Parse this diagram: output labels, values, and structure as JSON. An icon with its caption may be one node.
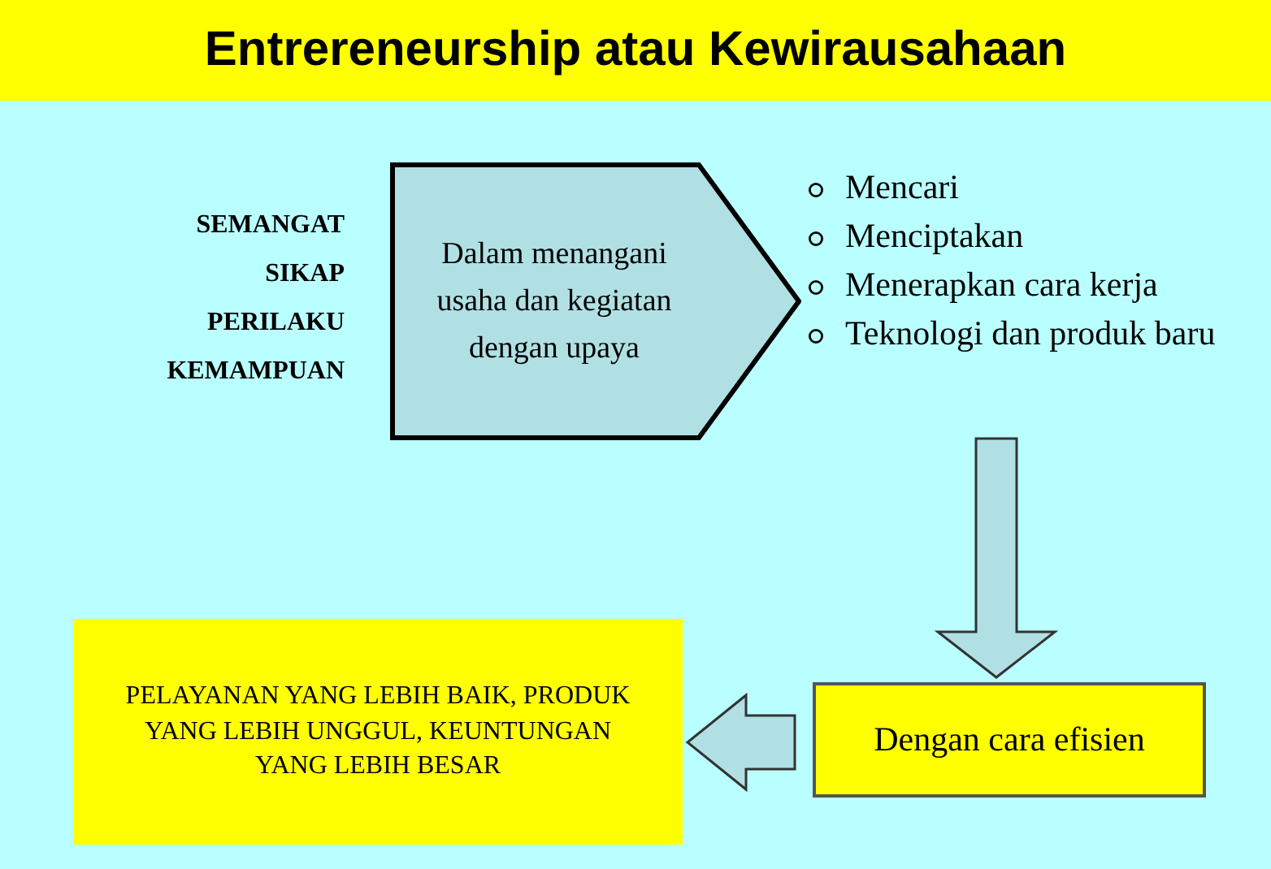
{
  "diagram": {
    "title": "Entrereneurship atau Kewirausahaan",
    "nodes": [
      {
        "text": [
          "Dalam menangani usaha dan kegiatan dengan upaya"
        ]
      },
      {
        "text": [
          "Mencari",
          "Menciptakan",
          "Menerapkan cara kerja",
          "Teknologi dan produk baru"
        ]
      },
      {
        "text": [
          "Dengan cara efisien"
        ]
      },
      {
        "text": [
          "PELAYANAN YANG LEBIH BAIK, PRODUK YANG LEBIH UNGGUL, KEUNTUNGAN YANG LEBIH BESAR"
        ]
      }
    ],
    "edges": [
      {
        "from": 1,
        "to": 2,
        "arrow": "to",
        "style": "thick"
      },
      {
        "from": 2,
        "to": 3,
        "arrow": "to",
        "style": "thick"
      }
    ],
    "labels": [
      "SEMANGAT",
      "SIKAP",
      "PERILAKU",
      "KEMAMPUAN"
    ]
  }
}
